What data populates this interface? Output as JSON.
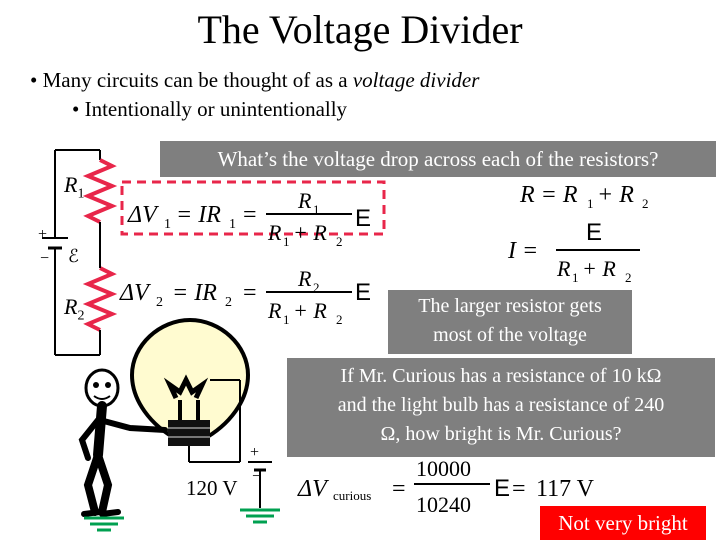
{
  "slide": {
    "title": "The Voltage Divider",
    "bullets": [
      {
        "prefix": "• ",
        "text": "Many circuits can be thought of as a ",
        "emph": "voltage divider"
      },
      {
        "prefix": "• ",
        "text": "Intentionally or unintentionally"
      }
    ],
    "question": "What’s the voltage drop across each of the resistors?",
    "larger_note_line1": "The larger resistor gets",
    "larger_note_line2": "most of the voltage",
    "curious_line1": "If Mr. Curious has a resistance of 10 kΩ",
    "curious_line2": "and the light bulb has a resistance of 240",
    "curious_line3": "Ω, how bright is Mr. Curious?",
    "verdict": "Not very bright"
  },
  "circuit": {
    "r1_letter": "R",
    "r1_sub": "1",
    "r2_letter": "R",
    "r2_sub": "2",
    "plus": "+",
    "minus": "−",
    "source2_label": "120 V"
  },
  "equations": {
    "dv1": {
      "lhs": "ΔV",
      "lhs_sub": "1",
      "mid": "= IR",
      "mid_sub": "1",
      "eq": "=",
      "num": "R",
      "num_sub": "1",
      "den": "R",
      "den_sub1": "1",
      "den_plus": "+ R",
      "den_sub2": "2",
      "E": "E"
    },
    "dv2": {
      "lhs": "ΔV",
      "lhs_sub": "2",
      "mid": "= IR",
      "mid_sub": "2",
      "eq": "=",
      "num": "R",
      "num_sub": "2",
      "den": "R",
      "den_sub1": "1",
      "den_plus": "+ R",
      "den_sub2": "2",
      "E": "E"
    },
    "rtot": {
      "text": "R = R",
      "sub1": "1",
      "plus": " + R",
      "sub2": "2"
    },
    "current": {
      "lhs": "I =",
      "num": "E",
      "den": "R",
      "den_sub1": "1",
      "den_plus": "+ R",
      "den_sub2": "2"
    },
    "curious": {
      "lhs": "ΔV",
      "lhs_sub": "curious",
      "eq": "=",
      "num": "10000",
      "den": "10240",
      "E": "E",
      "approx": "=",
      "result": "117 V"
    }
  },
  "colors": {
    "box_gray": "#7f7f7f",
    "dashed_red": "#e8264a",
    "resistor_red": "#e8264a",
    "verdict_red": "#ff0000",
    "ground_green": "#00a050"
  }
}
